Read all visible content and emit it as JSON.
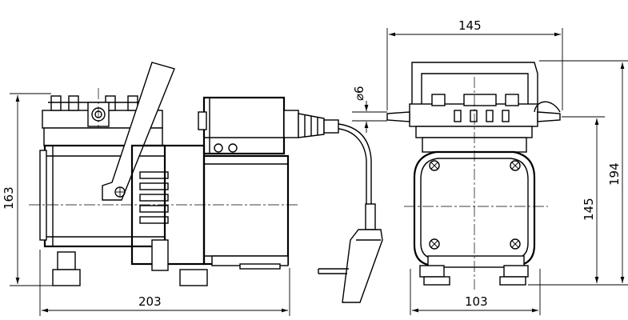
{
  "dimensions": {
    "total_length": "203",
    "height_side": "163",
    "width_top": "145",
    "tube_diameter": "⌀6",
    "height_front": "145",
    "total_height_front": "194",
    "width_bottom": "103"
  }
}
